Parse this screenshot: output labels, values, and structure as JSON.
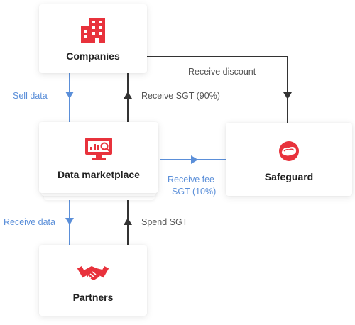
{
  "nodes": {
    "companies": {
      "label": "Companies",
      "icon": "building-icon"
    },
    "marketplace": {
      "label": "Data marketplace",
      "icon": "monitor-chart-icon"
    },
    "safeguard": {
      "label": "Safeguard",
      "icon": "safeguard-logo-icon"
    },
    "partners": {
      "label": "Partners",
      "icon": "handshake-icon"
    }
  },
  "edges": {
    "sell_data": "Sell data",
    "receive_sgt": "Receive SGT (90%)",
    "receive_discount": "Receive discount",
    "receive_fee_line1": "Receive fee",
    "receive_fee_line2": "SGT (10%)",
    "receive_data": "Receive data",
    "spend_sgt": "Spend SGT"
  },
  "colors": {
    "accent_red": "#e8323c",
    "flow_blue": "#5b8fd9",
    "flow_dark": "#333333"
  }
}
